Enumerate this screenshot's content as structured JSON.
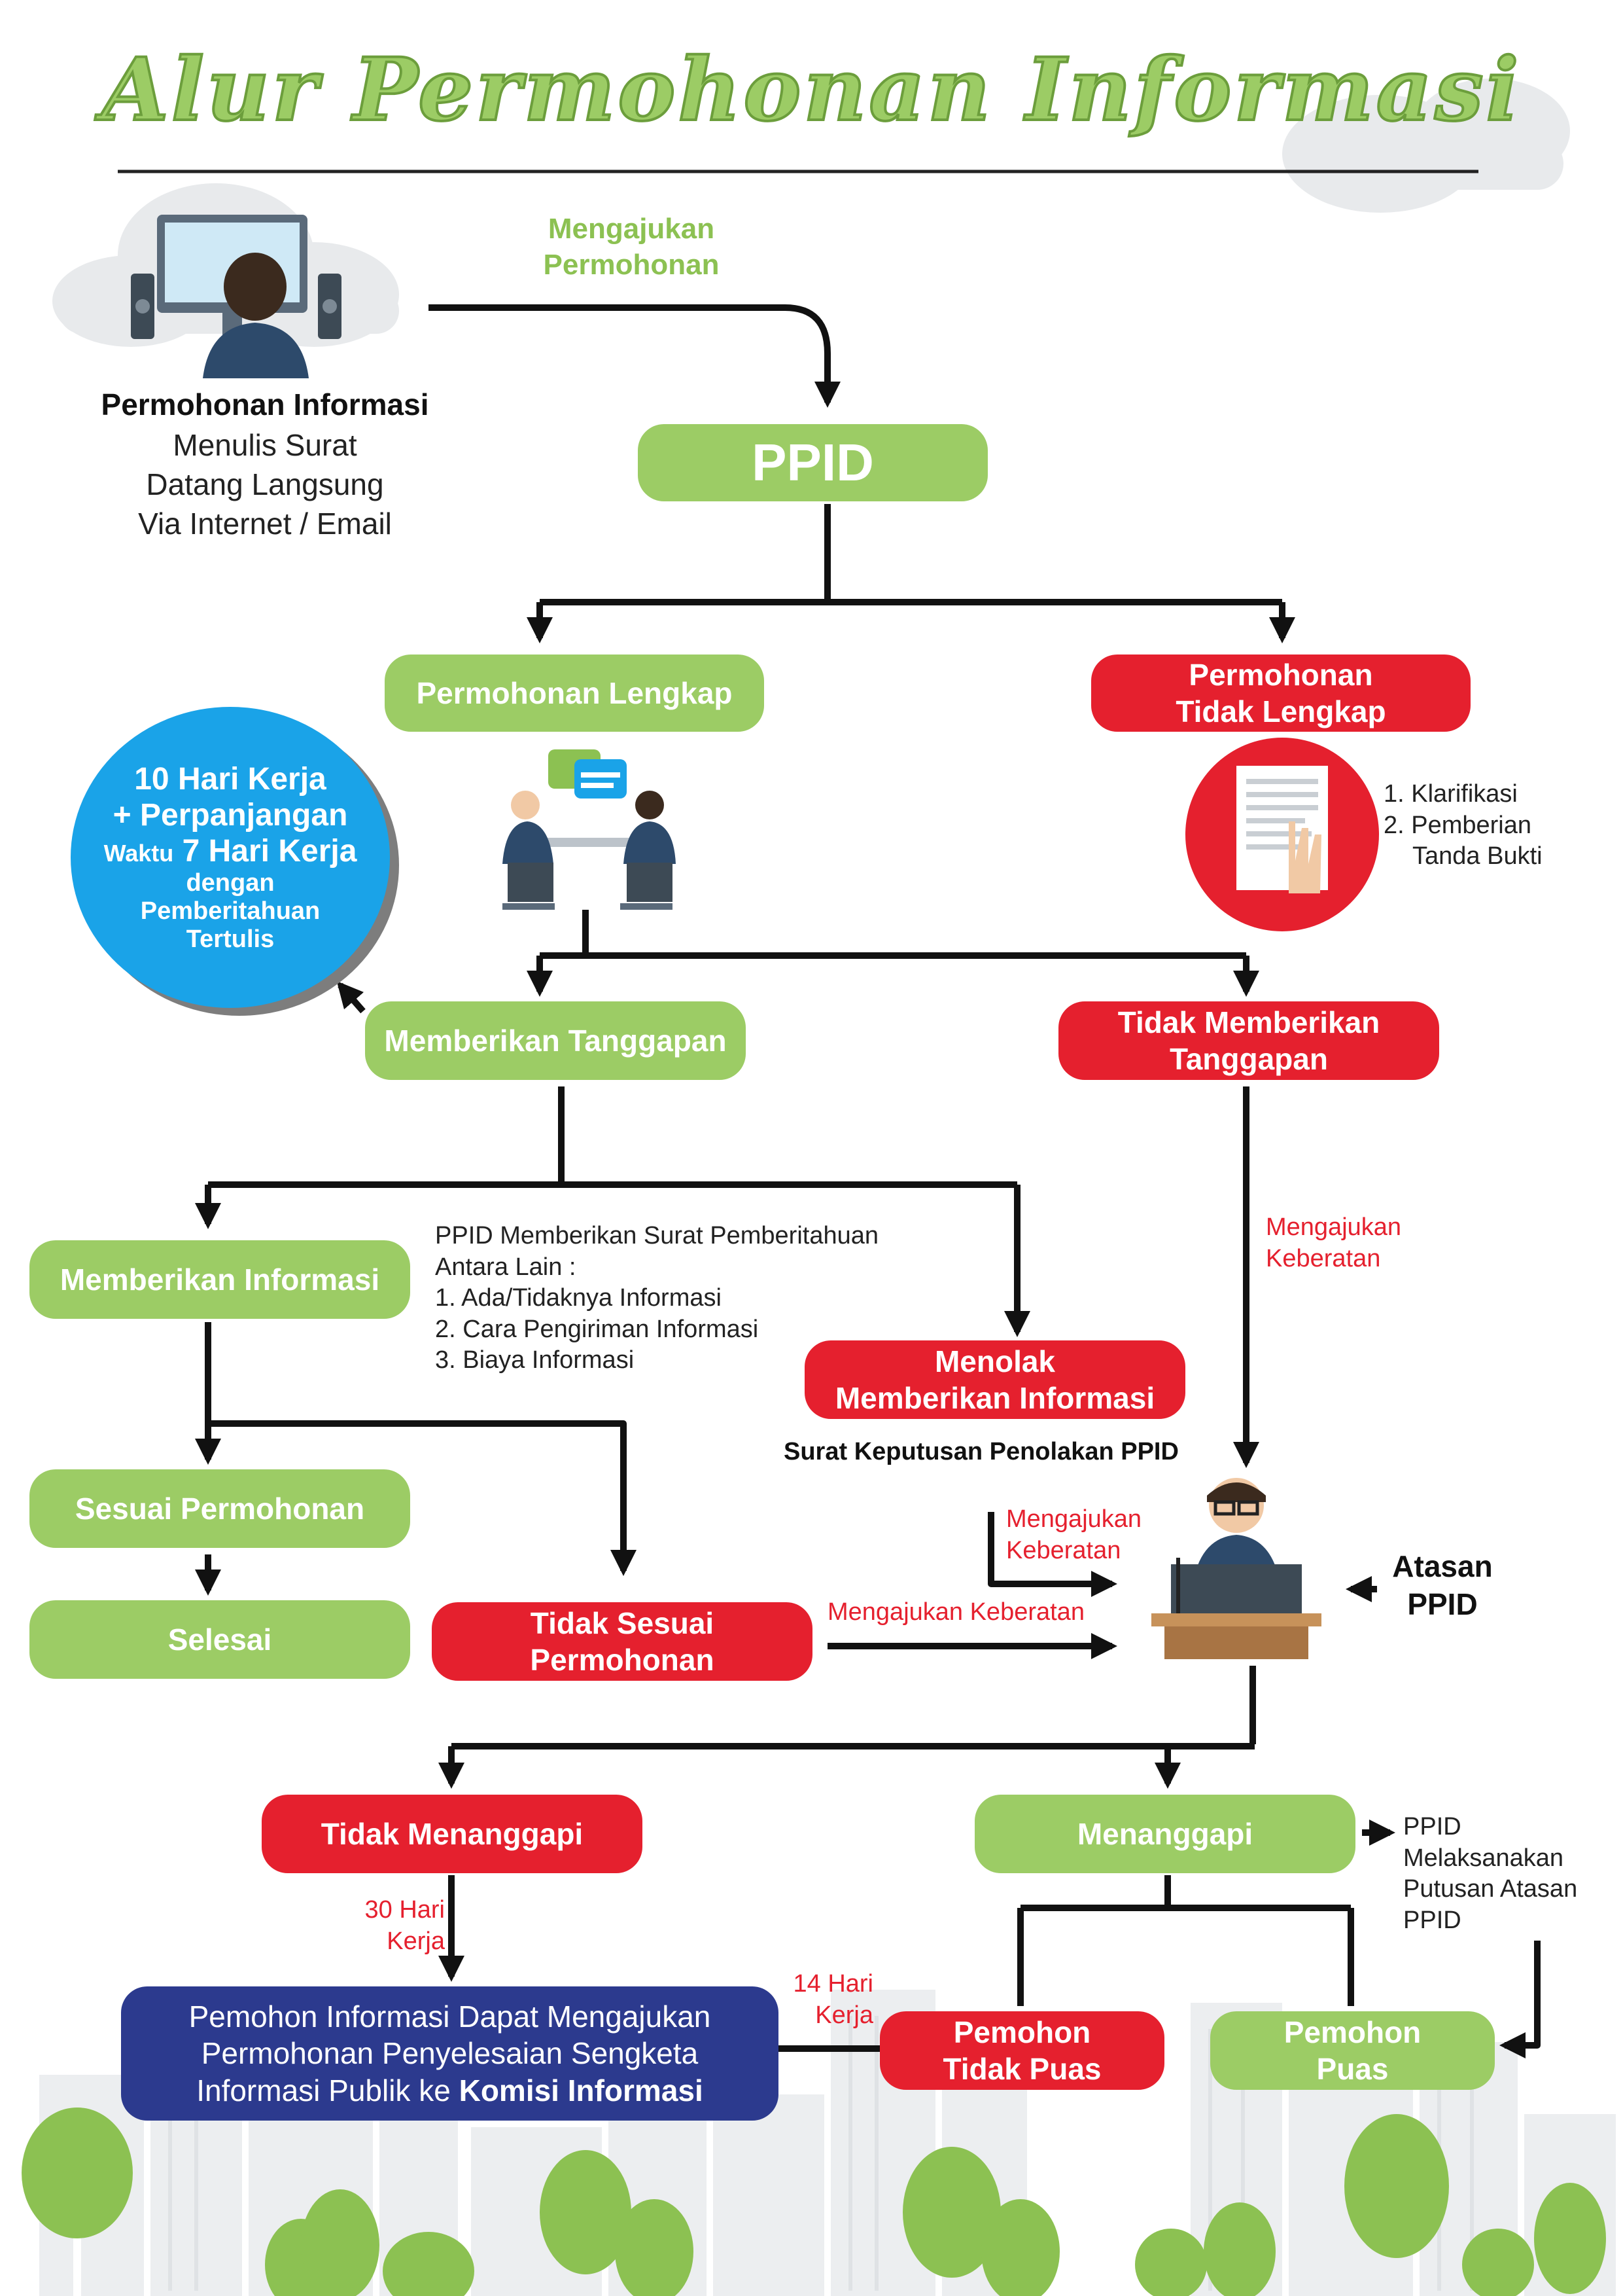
{
  "title": "Alur Permohonan Informasi",
  "colors": {
    "green": "#9ccc65",
    "red": "#e5202e",
    "navy": "#2c3a8e",
    "blue": "#1aa3e8",
    "label_green": "#8cc152"
  },
  "applicant": {
    "heading": "Permohonan Informasi",
    "methods": [
      "Menulis Surat",
      "Datang Langsung",
      "Via Internet / Email"
    ]
  },
  "edge_submit": {
    "line1": "Mengajukan",
    "line2": "Permohonan"
  },
  "nodes": {
    "ppid": "PPID",
    "lengkap": "Permohonan Lengkap",
    "tidak_lengkap": {
      "line1": "Permohonan",
      "line2": "Tidak Lengkap"
    },
    "memberikan_tanggapan": "Memberikan Tanggapan",
    "tidak_memberikan_tanggapan": {
      "line1": "Tidak Memberikan",
      "line2": "Tanggapan"
    },
    "memberikan_informasi": "Memberikan Informasi",
    "menolak": {
      "line1": "Menolak",
      "line2": "Memberikan Informasi"
    },
    "sesuai": "Sesuai Permohonan",
    "selesai": "Selesai",
    "tidak_sesuai": {
      "line1": "Tidak Sesuai",
      "line2": "Permohonan"
    },
    "tidak_menanggapi": "Tidak Menanggapi",
    "menanggapi": "Menanggapi",
    "tidak_puas": {
      "line1": "Pemohon",
      "line2": "Tidak Puas"
    },
    "puas": {
      "line1": "Pemohon",
      "line2": "Puas"
    },
    "komisi": {
      "line1": "Pemohon Informasi Dapat Mengajukan",
      "line2": "Permohonan Penyelesaian Sengketa",
      "line3_prefix": "Informasi Publik ke ",
      "line3_bold": "Komisi Informasi"
    }
  },
  "deadline_circle": {
    "line1": "10 Hari Kerja",
    "line2": "+ Perpanjangan",
    "line3_small": "Waktu",
    "line3_big": "7 Hari Kerja",
    "line4": "dengan",
    "line5": "Pemberitahuan",
    "line6": "Tertulis"
  },
  "klarifikasi": {
    "item1": "1. Klarifikasi",
    "item2": "2. Pemberian",
    "item2b": "Tanda Bukti"
  },
  "notice": {
    "line1": "PPID Memberikan Surat Pemberitahuan",
    "line2": "Antara Lain :",
    "items": [
      "1. Ada/Tidaknya Informasi",
      "2. Cara Pengiriman Informasi",
      "3. Biaya Informasi"
    ]
  },
  "surat_penolakan": "Surat Keputusan Penolakan PPID",
  "keberatan_labels": {
    "right_line1": "Mengajukan",
    "right_line2": "Keberatan",
    "mid_line1": "Mengajukan",
    "mid_line2": "Keberatan",
    "bottom": "Mengajukan Keberatan"
  },
  "atasan": {
    "line1": "Atasan",
    "line2": "PPID"
  },
  "ppid_exec": {
    "line1": "PPID",
    "line2": "Melaksanakan",
    "line3": "Putusan Atasan",
    "line4": "PPID"
  },
  "days_30": {
    "line1": "30 Hari",
    "line2": "Kerja"
  },
  "days_14": {
    "line1": "14 Hari",
    "line2": "Kerja"
  },
  "icons": [
    "computer-user-icon",
    "meeting-icon",
    "document-reject-icon",
    "speaker-podium-icon",
    "cloud-icon",
    "tree-icon",
    "city-skyline-icon"
  ]
}
